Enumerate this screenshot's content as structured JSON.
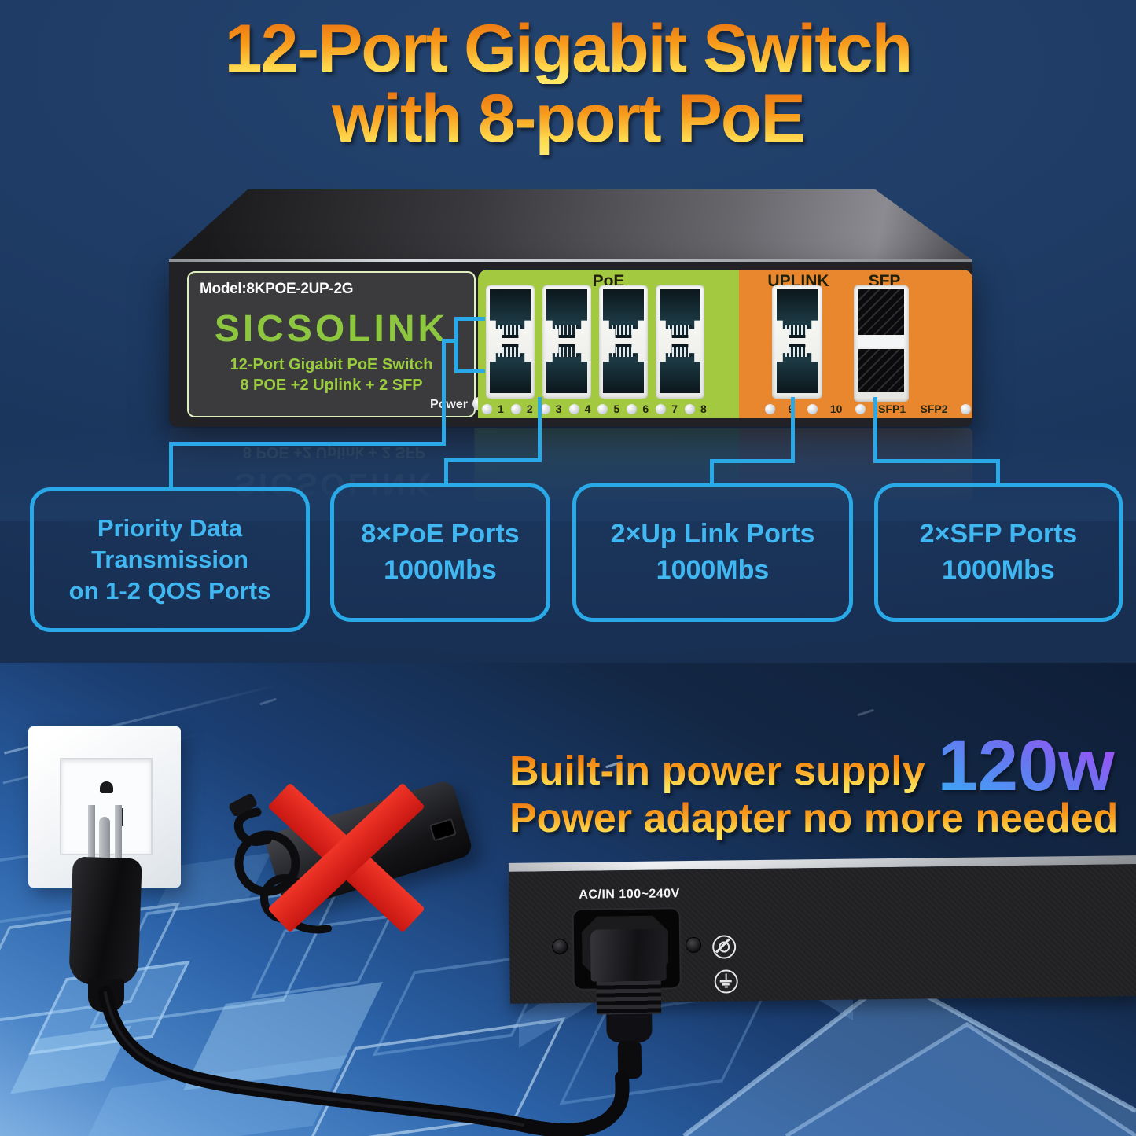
{
  "title": {
    "line1": "12-Port Gigabit Switch",
    "line2": "with 8-port PoE"
  },
  "switch_front": {
    "model": "Model:8KPOE-2UP-2G",
    "brand": "SICSOLINK",
    "desc_line1": "12-Port Gigabit PoE Switch",
    "desc_line2": "8 POE +2 Uplink + 2 SFP",
    "power_label": "Power",
    "poe_section_label": "PoE",
    "uplink_section_label": "UPLINK",
    "sfp_section_label": "SFP",
    "poe_led_labels": [
      "1",
      "2",
      "3",
      "4",
      "5",
      "6",
      "7",
      "8"
    ],
    "uplink_led_labels": [
      "9",
      "10"
    ],
    "sfp_led_labels": [
      "SFP1",
      "SFP2"
    ]
  },
  "callouts": [
    {
      "lines": [
        "Priority Data",
        "Transmission",
        "on 1-2 QOS Ports"
      ]
    },
    {
      "lines": [
        "8×PoE Ports",
        "1000Mbs"
      ]
    },
    {
      "lines": [
        "2×Up Link Ports",
        "1000Mbs"
      ]
    },
    {
      "lines": [
        "2×SFP Ports",
        "1000Mbs"
      ]
    }
  ],
  "bottom": {
    "headline_prefix": "Built-in power supply",
    "headline_value": "120w",
    "headline_line2": "Power adapter no more needed",
    "rear_panel_label": "AC/IN 100~240V"
  },
  "colors": {
    "accent_cyan": "#2aa9e8",
    "poe_green": "#a2c940",
    "uplink_orange": "#e8872e",
    "navy_bg": "#1d3a63",
    "brand_green": "#8dc63f",
    "red_x": "#e2231a"
  }
}
